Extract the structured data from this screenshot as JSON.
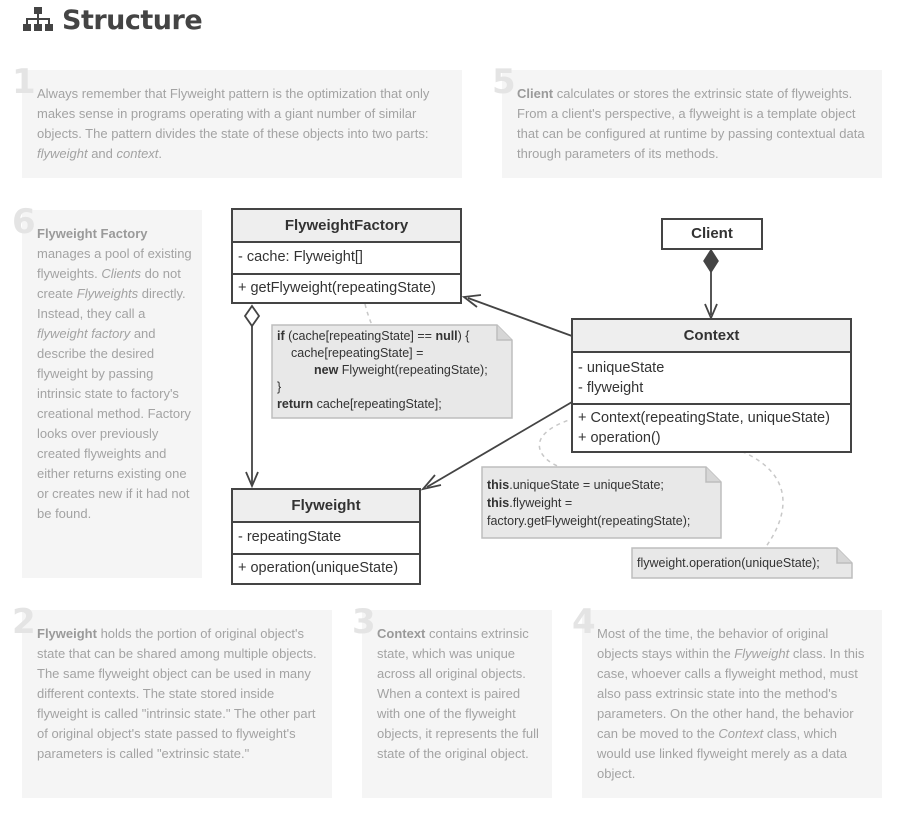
{
  "page": {
    "title": "Structure",
    "icon": "hierarchy-icon"
  },
  "notes": {
    "n1": {
      "number": "1",
      "text_a": "Always remember that Flyweight pattern is the optimization that only makes sense in programs operating with a giant number of similar objects. The pattern divides the state of these objects into two parts: ",
      "em1": "flyweight",
      "text_b": " and ",
      "em2": "context",
      "text_c": "."
    },
    "n5": {
      "number": "5",
      "bold": "Client",
      "text": " calculates or stores the extrinsic state of flyweights. From a client's perspective, a flyweight is a template object that can be configured at runtime by passing contextual data through parameters of its methods."
    },
    "n6": {
      "number": "6",
      "bold": "Flyweight Factory",
      "text_a": " manages a pool of existing flyweights. ",
      "em1": "Clients",
      "text_b": " do not create ",
      "em2": "Flyweights",
      "text_c": " directly. Instead, they call a ",
      "em3": "flyweight factory",
      "text_d": " and describe the desired flyweight by passing intrinsic state to factory's creational method. Factory looks over previously created flyweights and either returns existing one or creates new if it had not be found."
    },
    "n2": {
      "number": "2",
      "bold": "Flyweight",
      "text": " holds the portion of original object's state that can be shared among multiple objects. The same flyweight object can be used in many different contexts. The state stored inside flyweight is called \"intrinsic state.\" The other part of original object's state passed to flyweight's parameters is called \"extrinsic state.\""
    },
    "n3": {
      "number": "3",
      "bold": "Context",
      "text": " contains extrinsic state, which was unique across all original objects. When a context is paired with one of the flyweight objects, it represents the full state of the original object."
    },
    "n4": {
      "number": "4",
      "text_a": "Most of the time, the behavior of original objects stays within the ",
      "em1": "Flyweight",
      "text_b": " class. In this case, whoever calls a flyweight method, must also pass extrinsic state into the method's parameters. On the other hand, the behavior can be moved to the ",
      "em2": "Context",
      "text_c": " class, which would use linked flyweight merely as a data object."
    }
  },
  "classes": {
    "factory": {
      "name": "FlyweightFactory",
      "fields": [
        "- cache: Flyweight[]"
      ],
      "methods": [
        "+ getFlyweight(repeatingState)"
      ]
    },
    "flyweight": {
      "name": "Flyweight",
      "fields": [
        "- repeatingState"
      ],
      "methods": [
        "+ operation(uniqueState)"
      ]
    },
    "context": {
      "name": "Context",
      "fields": [
        "- uniqueState",
        "- flyweight"
      ],
      "methods": [
        "+ Context(repeatingState, uniqueState)",
        "+ operation()"
      ]
    },
    "client": {
      "name": "Client"
    }
  },
  "code": {
    "factory": {
      "l1_kw1": "if",
      "l1_a": " (cache[repeatingState] == ",
      "l1_kw2": "null",
      "l1_b": ") {",
      "l2": "cache[repeatingState] =",
      "l3_kw": "new",
      "l3_a": " Flyweight(repeatingState);",
      "l4": "}",
      "l5_kw": "return",
      "l5_a": " cache[repeatingState];"
    },
    "context": {
      "l1_kw": "this",
      "l1_a": ".uniqueState = uniqueState;",
      "l2_kw": "this",
      "l2_a": ".flyweight =",
      "l3": "factory.getFlyweight(repeatingState);"
    },
    "operation": {
      "l1": "flyweight.operation(uniqueState);"
    }
  },
  "colors": {
    "note_bg": "#f5f5f5",
    "note_text": "#a3a3a3",
    "box_border": "#444444",
    "head_bg": "#eeeeee",
    "code_bg": "#e8e8e8",
    "accent": "#444444"
  }
}
